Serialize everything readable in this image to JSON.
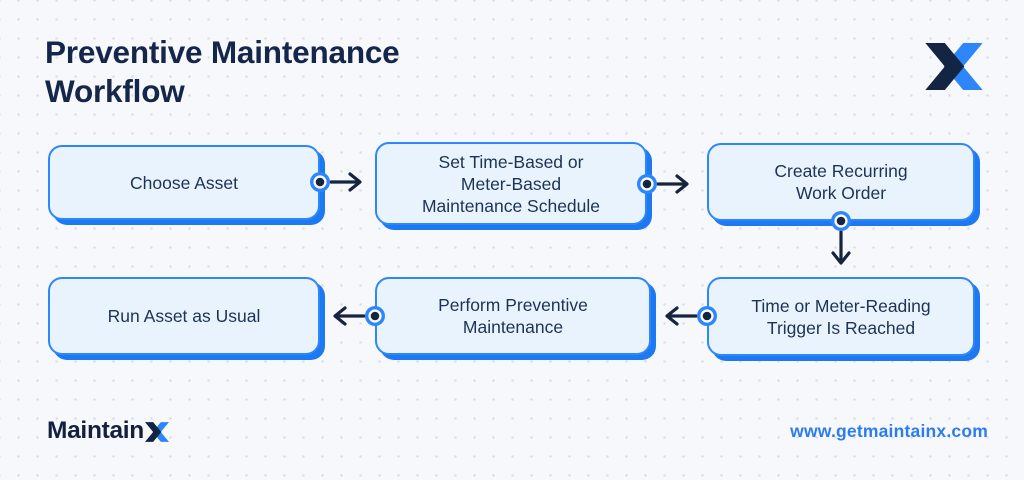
{
  "header": {
    "title": "Preventive Maintenance Workflow"
  },
  "brand": {
    "logo_icon": "maintainx-x-logo",
    "wordmark_text": "Maintain",
    "wordmark_x": "X",
    "website_url": "www.getmaintainx.com"
  },
  "diagram": {
    "type": "flowchart",
    "nodes": [
      {
        "id": 1,
        "label": "Choose Asset",
        "lines": [
          "Choose Asset"
        ]
      },
      {
        "id": 2,
        "label": "Set Time-Based or Meter-Based Maintenance Schedule",
        "lines": [
          "Set Time-Based or",
          "Meter-Based",
          "Maintenance Schedule"
        ]
      },
      {
        "id": 3,
        "label": "Create Recurring Work Order",
        "lines": [
          "Create Recurring",
          "Work Order"
        ]
      },
      {
        "id": 4,
        "label": "Time or Meter-Reading Trigger Is Reached",
        "lines": [
          "Time or Meter-Reading",
          "Trigger Is Reached"
        ]
      },
      {
        "id": 5,
        "label": "Perform Preventive Maintenance",
        "lines": [
          "Perform Preventive",
          "Maintenance"
        ]
      },
      {
        "id": 6,
        "label": "Run Asset as Usual",
        "lines": [
          "Run Asset as Usual"
        ]
      }
    ],
    "edges": [
      {
        "from": 1,
        "to": 2,
        "direction": "right"
      },
      {
        "from": 2,
        "to": 3,
        "direction": "right"
      },
      {
        "from": 3,
        "to": 4,
        "direction": "down"
      },
      {
        "from": 4,
        "to": 5,
        "direction": "left"
      },
      {
        "from": 5,
        "to": 6,
        "direction": "left"
      }
    ],
    "colors": {
      "background": "#f7f8fb",
      "node_fill": "#e9f3fe",
      "node_border": "#2e86fb",
      "node_shadow": "#1d79f2",
      "arrow": "#16243f",
      "title_text": "#14264a",
      "node_text": "#1d3354",
      "link_text": "#2b7cf2",
      "logo_dark": "#132542",
      "logo_blue": "#2e86fb"
    }
  }
}
